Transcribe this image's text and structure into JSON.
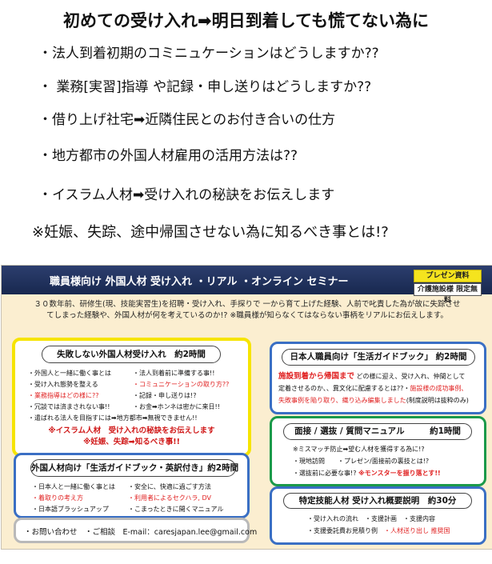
{
  "top": {
    "title": "初めての受け入れ➡明日到着しても慌てない為に",
    "bullets": [
      "・法人到着初期のコミニュケーションはどうしますか??",
      "・ 業務[実習]指導 や記録・申し送りはどうしますか??",
      "・借り上げ社宅➡近隣住民とのお付き合いの仕方",
      "・地方都市の外国人材雇用の活用方法は??",
      "・イスラム人材➡受け入れの秘訣をお伝えします"
    ],
    "note": "※妊娠、失踪、途中帰国させない為に知るべき事とは!?"
  },
  "flyer": {
    "banner_title": "職員様向け 外国人材 受け入れ ・リアル ・オンライン セミナー",
    "badge_presen": "プレゼン資料",
    "badge_limited": "介護施設様 限定無料",
    "intro_line1": "３０数年前、研修生(現、技能実習生)を招聘・受け入れ、手探りで 一から育て上げた経験、人前で叱責した為が故に失踪させ",
    "intro_line2": "てしまった経験や、外国人材が何を考えているのか!? ※職員様が知らなくてはならない事柄をリアルにお伝えします。",
    "card1": {
      "title": "失敗しない外国人材受け入れ　約2時間",
      "left_items": [
        "・外国人と一緒に働く事とは",
        "・受け入れ態勢を整える",
        "・業務指導はどの様に??",
        "・冗談では済まされない事!!",
        "・遣ばれる法人を目指すには➡地方都市➡無視できません!!"
      ],
      "right_items": [
        "・法人到着前に準備する事!!",
        "・コミュニケーションの取り方??",
        "・記録・申し送りは!?",
        "・お金➡ホンネは密かに来日!!"
      ],
      "highlight1": "※イスラム人材　受け入れの秘訣をお伝えします",
      "highlight2": "※妊娠、失踪➡知るべき事!!"
    },
    "card2": {
      "title": "外国人材向け「生活ガイドブック・英訳付き」約2時間",
      "left_items": [
        "・日本人と一緒に働く事とは",
        "・着取りの考え方",
        "・日本語ブラッシュアップ"
      ],
      "right_items": [
        "・安全に、快適に過ごす方法",
        "・利用者によるセクハラ, DV",
        "・こまったときに開くマニュアル"
      ]
    },
    "contact": "・お問い合わせ　・ご相談　E-mail：caresjapan.lee@gmail.com",
    "card3": {
      "title": "日本人職員向け「生活ガイドブック」 約2時間",
      "line1_red": "施設到着から帰国まで",
      "line1_rest": " どの様に迎え、受け入れ、仲間として",
      "line2": "定着させるのか、、異文化に配慮するとは??・",
      "line2_red": "施設様の成功事例、",
      "line3_red": "失敗事例を陥り取り、織り込み編集しました",
      "line3_rest": "(制度説明は抜粋のみ)"
    },
    "card4": {
      "title": "面接 / 選抜 / 質問マニュアル　　　約1時間",
      "line1": "※ミスマッチ防止➡望む人材を獲得する為に!?",
      "line2": "・現地訪問　　・プレゼン/面接前の裏技とは!?",
      "line3": "・選抜前に必要な事!? ",
      "line3_red": "※モンスターを振り落とす!!"
    },
    "card5": {
      "title": "特定技能人材 受け入れ概要説明　約30分",
      "line1": "・受け入れの流れ　・支援計画　・支援内容",
      "line2": "・支援委託費お見積り例　",
      "line2_red": "・人材送り出し 推奨国"
    }
  }
}
